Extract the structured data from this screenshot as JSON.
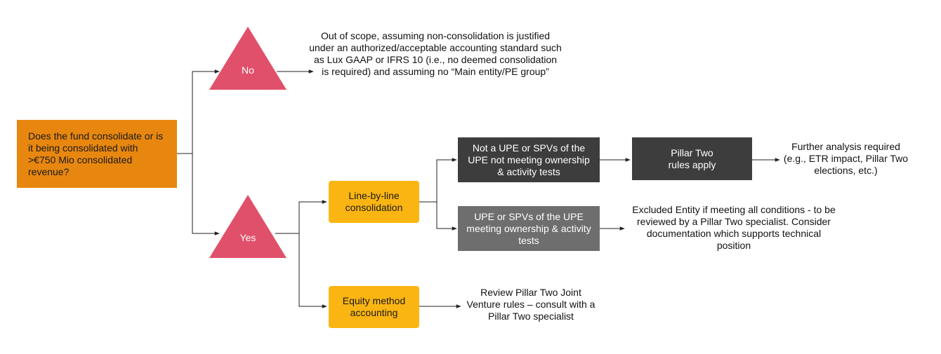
{
  "start": {
    "question": "Does the fund consolidate or is it being consolidated with >€750 Mio consolidated revenue?"
  },
  "decisions": {
    "no": "No",
    "yes": "Yes"
  },
  "outcomes": {
    "out_of_scope": "Out of scope, assuming non-consolidation is justified under an authorized/acceptable accounting standard such as Lux GAAP or IFRS 10 (i.e., no deemed consolidation is required) and assuming no “Main entity/PE group”",
    "line_by_line": "Line-by-line consolidation",
    "equity_method": "Equity method accounting",
    "not_upe": "Not a UPE or SPVs of the UPE not meeting ownership & activity tests",
    "upe_meeting": "UPE or SPVs of the UPE meeting ownership & activity tests",
    "pillar_two_rules": "Pillar Two rules apply",
    "further_analysis": "Further analysis required (e.g., ETR impact, Pillar Two elections, etc.)",
    "excluded_entity": "Excluded Entity if meeting all conditions - to be reviewed by a Pillar Two specialist. Consider documentation which supports technical position",
    "joint_venture": "Review Pillar Two Joint Venture rules – consult with a Pillar Two specialist"
  },
  "colors": {
    "start_fill": "#e8870f",
    "decision_fill": "#e0506a",
    "action_fill": "#fbb512",
    "dark_fill": "#3d3d3d",
    "gray_fill": "#6e6e6e",
    "connector": "#222222"
  }
}
